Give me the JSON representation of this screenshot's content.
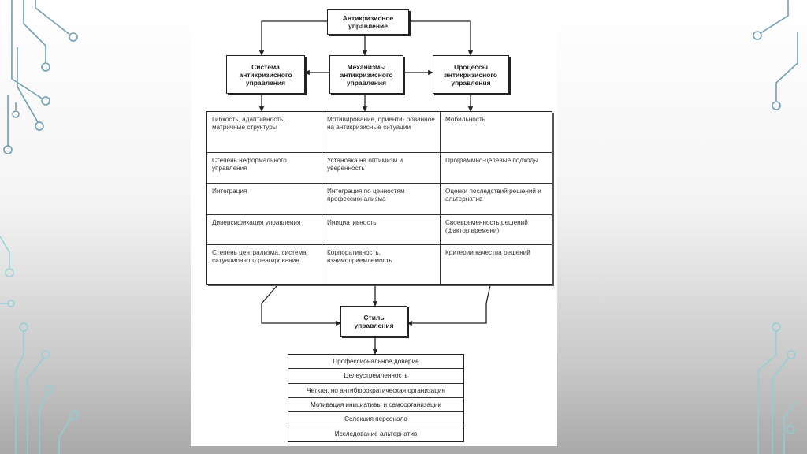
{
  "diagram": {
    "top": "Антикризисное управление",
    "headers": [
      "Система антикризисного управления",
      "Механизмы антикризисного управления",
      "Процессы антикризисного управления"
    ],
    "rows": [
      [
        "Гибкость, адаптивность, матричные структуры",
        "Мотивирование, ориенти- рованное на антикризисные ситуации",
        "Мобильность"
      ],
      [
        "Степень неформального управления",
        "Установка на оптимизм и уверенность",
        "Программно-целевые подходы"
      ],
      [
        "Интеграция",
        "Интеграция по ценностям профессионализма",
        "Оценки последствий решений и альтернатив"
      ],
      [
        "Диверсификация управления",
        "Инициативность",
        "Своевременность решений (фактор времени)"
      ],
      [
        "Степень централизма, система ситуационного реагирования",
        "Корпоративность, взаимоприемлемость",
        "Критерии качества решений"
      ]
    ],
    "style": "Стиль управления",
    "list": [
      "Профессиональное доверие",
      "Целеустремленность",
      "Четкая, но антибюрократическая организация",
      "Мотивация инициативы и самоорганизации",
      "Селекция персонала",
      "Исследование альтернатив"
    ]
  }
}
